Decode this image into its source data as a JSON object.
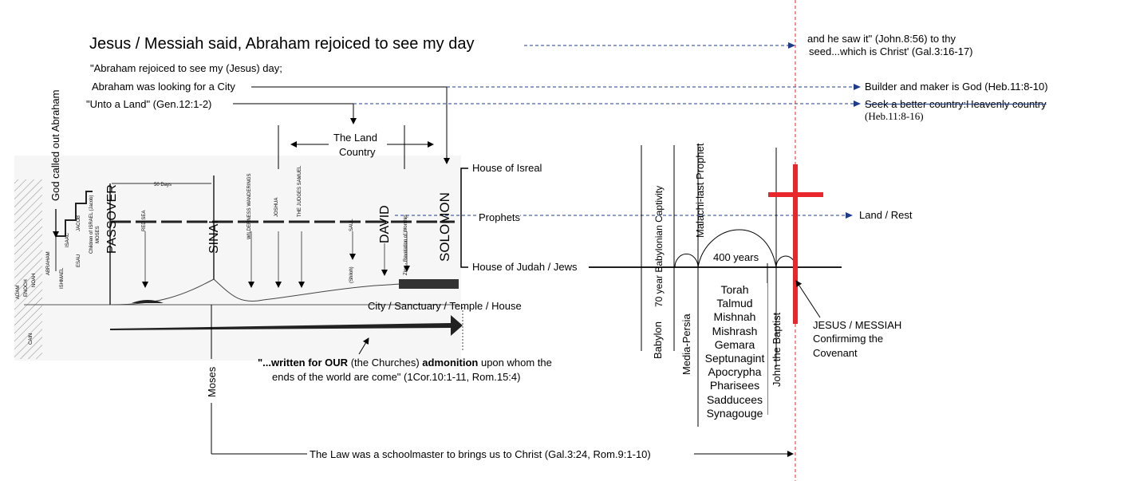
{
  "header": {
    "title": "Jesus / Messiah said,  Abraham rejoiced to see my day",
    "saw_line1": "and he saw it\" (John.8:56) to thy",
    "saw_line2": "seed...which is Christ' (Gal.3:16-17)",
    "rejoiced": "\"Abraham rejoiced to see my (Jesus) day;",
    "city": "Abraham was looking for a City",
    "land": "\"Unto a Land\" (Gen.12:1-2)",
    "builder": "Builder and maker is God (Heb.11:8-10)",
    "better_line1": "Seek a better country:Heavenly country",
    "better_line2": "(Heb.11:8-16)"
  },
  "land_country": {
    "line1": "The Land",
    "line2": "Country"
  },
  "left_label": "God called out Abraham",
  "timeline": {
    "passover": "PASSOVER",
    "sinai": "SINAI",
    "david": "DAVID",
    "solomon": "SOLOMON",
    "days": "50 Days",
    "small_labels": [
      "ADAM",
      "ENOCH",
      "NOAH",
      "ABRAHAM",
      "ISHMAEL",
      "ISAAC",
      "ESAU",
      "JACOB",
      "Children of ISRAEL (Jacob)",
      "MOSES",
      "RED SEA",
      "WILDERNESS WANDERINGS",
      "JOSHUA",
      "THE JUDGES SAMUEL",
      "SAUL",
      "(Shiloh)",
      "Zion - Revelation of Worship",
      "CAIN"
    ]
  },
  "kingdom": {
    "house_israel": "House of Isreal",
    "prophets": "Prophets",
    "house_judah": "House of Judah / Jews",
    "land_rest": "Land / Rest"
  },
  "city_temple": "City / Sanctuary / Temple / House",
  "admonition": {
    "lead": "\"...written for OUR",
    "churches": "(the Churches)",
    "admonition": "admonition",
    "rest": "upon whom the",
    "line2": "ends of the world  are come\" (1Cor.10:1-11, Rom.15:4)"
  },
  "moses": "Moses",
  "law": "The Law was a schoolmaster to brings us to Christ (Gal.3:24, Rom.9:1-10)",
  "periods": {
    "babylon": "Babylon",
    "captivity": "70 year Babylonian Captivity",
    "media": "Media-Persia",
    "malachi": "Malachi-last Prophet",
    "years": "400 years",
    "john": "John the Baptist"
  },
  "writings": [
    "Torah",
    "Talmud",
    "Mishnah",
    "Mishrash",
    "Gemara",
    "Septunagint",
    "Apocrypha",
    "Pharisees",
    "Sadducees",
    "Synagouge"
  ],
  "jesus": {
    "line1": "JESUS / MESSIAH",
    "line2": "Confirmimg the",
    "line3": "Covenant"
  },
  "colors": {
    "cross": "#e8262b",
    "dashed_arrow": "#1f3c88",
    "red_dash": "#e8262b"
  }
}
